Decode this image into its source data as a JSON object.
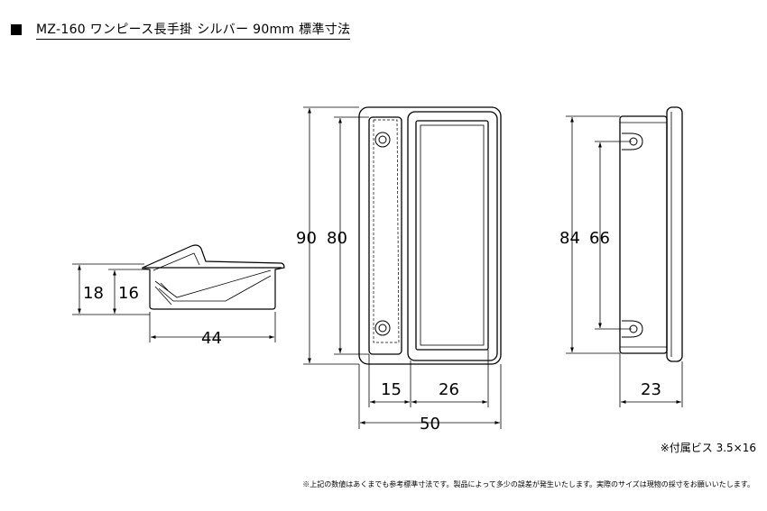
{
  "title": {
    "square": "■",
    "text": "MZ-160 ワンピース長手掛 シルバー 90mm 標準寸法"
  },
  "dimensions": {
    "side_height_outer": "18",
    "side_height_inner": "16",
    "side_depth": "44",
    "front_height_outer": "90",
    "front_height_inner": "80",
    "front_left_width": "15",
    "front_right_width": "26",
    "front_total_width": "50",
    "back_height_outer": "84",
    "back_hole_pitch": "66",
    "back_width": "23"
  },
  "notes": {
    "screw": "※付属ビス 3.5×16",
    "footer": "※上記の数値はあくまでも参考標準寸法です。製品によって多少の誤差が発生いたします。実際のサイズは現物の採寸をお願いいたします。"
  }
}
